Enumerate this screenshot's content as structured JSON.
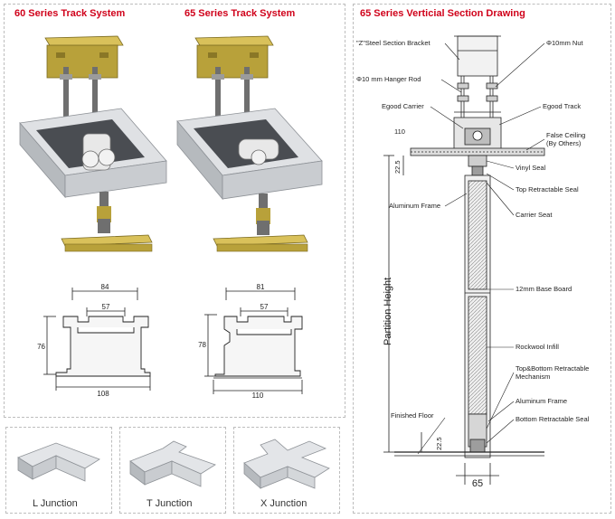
{
  "colors": {
    "title_red": "#d0021b",
    "aluminum": "#c9ccd0",
    "bracket": "#b8a13a",
    "line": "#222222"
  },
  "panel_60": {
    "title": "60 Series Track System",
    "dims": {
      "top_width": "84",
      "inner_width": "57",
      "height": "76",
      "bottom_width": "108"
    }
  },
  "panel_65": {
    "title": "65 Series Track System",
    "dims": {
      "top_width": "81",
      "inner_width": "57",
      "height": "78",
      "bottom_width": "110"
    }
  },
  "section": {
    "title": "65 Series Verticial Section Drawing",
    "labels": {
      "steel_bracket": "\"Z\"Steel Section Bracket",
      "nut": "Φ10mm Nut",
      "hanger_rod": "Φ10 mm Hanger Rod",
      "carrier": "Egood Carrier",
      "track": "Egood Track",
      "dim_110": "110",
      "false_ceiling_1": "False Ceiling",
      "false_ceiling_2": "(By Others)",
      "dim_225_top": "22.5",
      "vinyl_seal": "Vinyl Seal",
      "top_retractable_seal": "Top Retractable Seal",
      "aluminum_frame_1": "Aluminum Frame",
      "carrier_seat": "Carrier Seat",
      "partition_height": "Partition Height",
      "base_board": "12mm Base Board",
      "rockwool": "Rockwool Infill",
      "mechanism_1": "Top&Bottom Retractable",
      "mechanism_2": "Mechanism",
      "aluminum_frame_2": "Aluminum Frame",
      "finished_floor": "Finished Floor",
      "bottom_seal": "Bottom Retractable Seal",
      "dim_225_bottom": "22.5",
      "dim_65": "65"
    }
  },
  "junctions": [
    {
      "label": "L Junction",
      "icon": "l-junction-icon"
    },
    {
      "label": "T Junction",
      "icon": "t-junction-icon"
    },
    {
      "label": "X Junction",
      "icon": "x-junction-icon"
    }
  ]
}
